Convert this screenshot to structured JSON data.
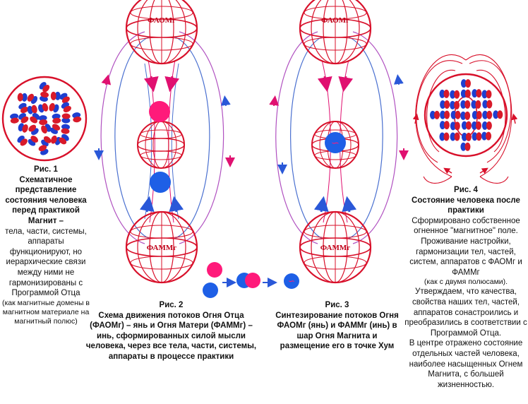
{
  "labels": {
    "faomg": "ФАОМг",
    "fammg": "ФАММг"
  },
  "fig1": {
    "title": "Рис. 1",
    "bold": "Схематичное представление состояния человека перед практикой Магнит –",
    "normal": "тела, части, системы, аппараты функционируют, но иерархические связи между ними не гармонизированы с Программой Отца",
    "small": "(как магнитные домены в магнитном материале на магнитный полюс)"
  },
  "fig2": {
    "title": "Рис. 2",
    "bold": "Схема движения потоков Огня Отца (ФАОМг) – янь и Огня Матери (ФАММг) – инь, сформированных силой мысли человека, через все тела, части, системы, аппараты в процессе практики"
  },
  "fig3": {
    "title": "Рис. 3",
    "bold": "Синтезирование потоков Огня ФАОМг (янь) и ФАММг (инь) в шар Огня Магнита и размещение его в точке Хум"
  },
  "fig4": {
    "title": "Рис. 4",
    "bold": "Состояние человека после практики",
    "p1": "Сформировано собственное огненное \"магнитное\" поле.",
    "p2": "Проживание настройки, гармонизации тел, частей, систем, аппаратов с ФАОМг и ФАММг",
    "p2_small": "(как с двумя полюсами).",
    "p3": "Утверждаем, что качества, свойства наших тел, частей, аппаратов сонастроились и преобразились в соответствии с Программой Отца.",
    "p4": "В центре отражено состояние отдельных частей человека, наиболее насыщенных Огнем Магнита, с большей жизненностью."
  },
  "colors": {
    "sphere": "#d8102a",
    "yang": "#ff1a7a",
    "yin": "#1e5fe6",
    "arrow_pink": "#e01070",
    "arrow_blue": "#2a58d8",
    "outer_purple": "#b050c0",
    "outer_blue": "#4a70d0"
  }
}
